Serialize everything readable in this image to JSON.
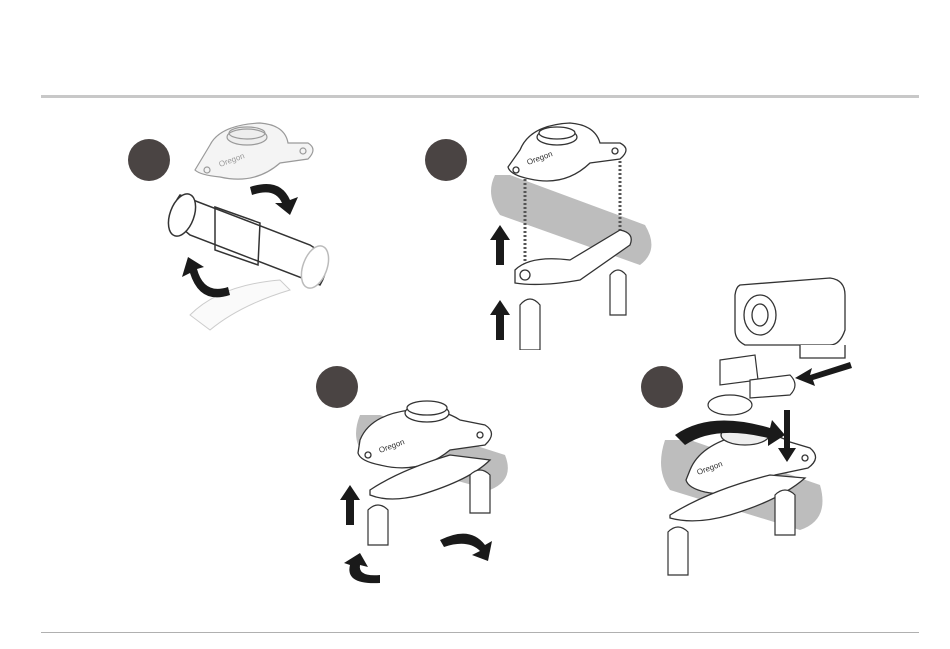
{
  "page": {
    "background": "#ffffff",
    "accent_badge_color": "#4a4443",
    "rule_color": "#c8c8c8"
  },
  "steps": [
    {
      "badge_label": "",
      "figure": "attach-strap-around-bar"
    },
    {
      "badge_label": "",
      "figure": "insert-bolts-through-plate"
    },
    {
      "badge_label": "",
      "figure": "tighten-knobs"
    },
    {
      "badge_label": "",
      "figure": "mount-camera-on-adapter"
    }
  ],
  "brand_mark": "Oregon"
}
